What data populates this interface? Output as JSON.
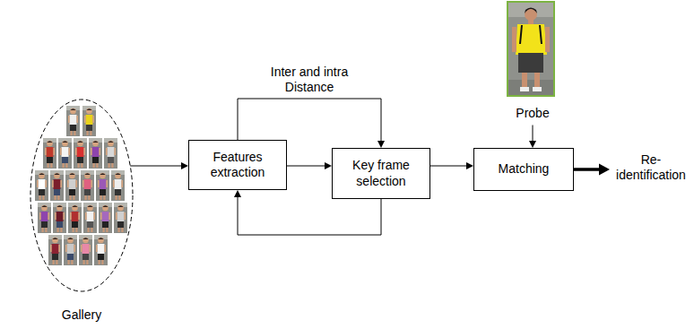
{
  "diagram": {
    "nodes": [
      {
        "text": [
          "Gallery"
        ]
      },
      {
        "text": [
          "Features extraction"
        ]
      },
      {
        "text": [
          "Key frame selection"
        ]
      },
      {
        "text": [
          "Probe"
        ]
      },
      {
        "text": [
          "Matching"
        ]
      }
    ],
    "edges": [
      {
        "from": 0,
        "to": 1,
        "arrow": "to"
      },
      {
        "from": 1,
        "to": 2,
        "arrow": "to"
      },
      {
        "from": 1,
        "to": 2,
        "label": "Inter and intra Distance",
        "arrow": "to"
      },
      {
        "from": 2,
        "to": 1,
        "arrow": "to"
      },
      {
        "from": 2,
        "to": 4,
        "arrow": "to"
      },
      {
        "from": 3,
        "to": 4,
        "arrow": "to"
      }
    ],
    "labels": [
      "Re- identification"
    ]
  }
}
